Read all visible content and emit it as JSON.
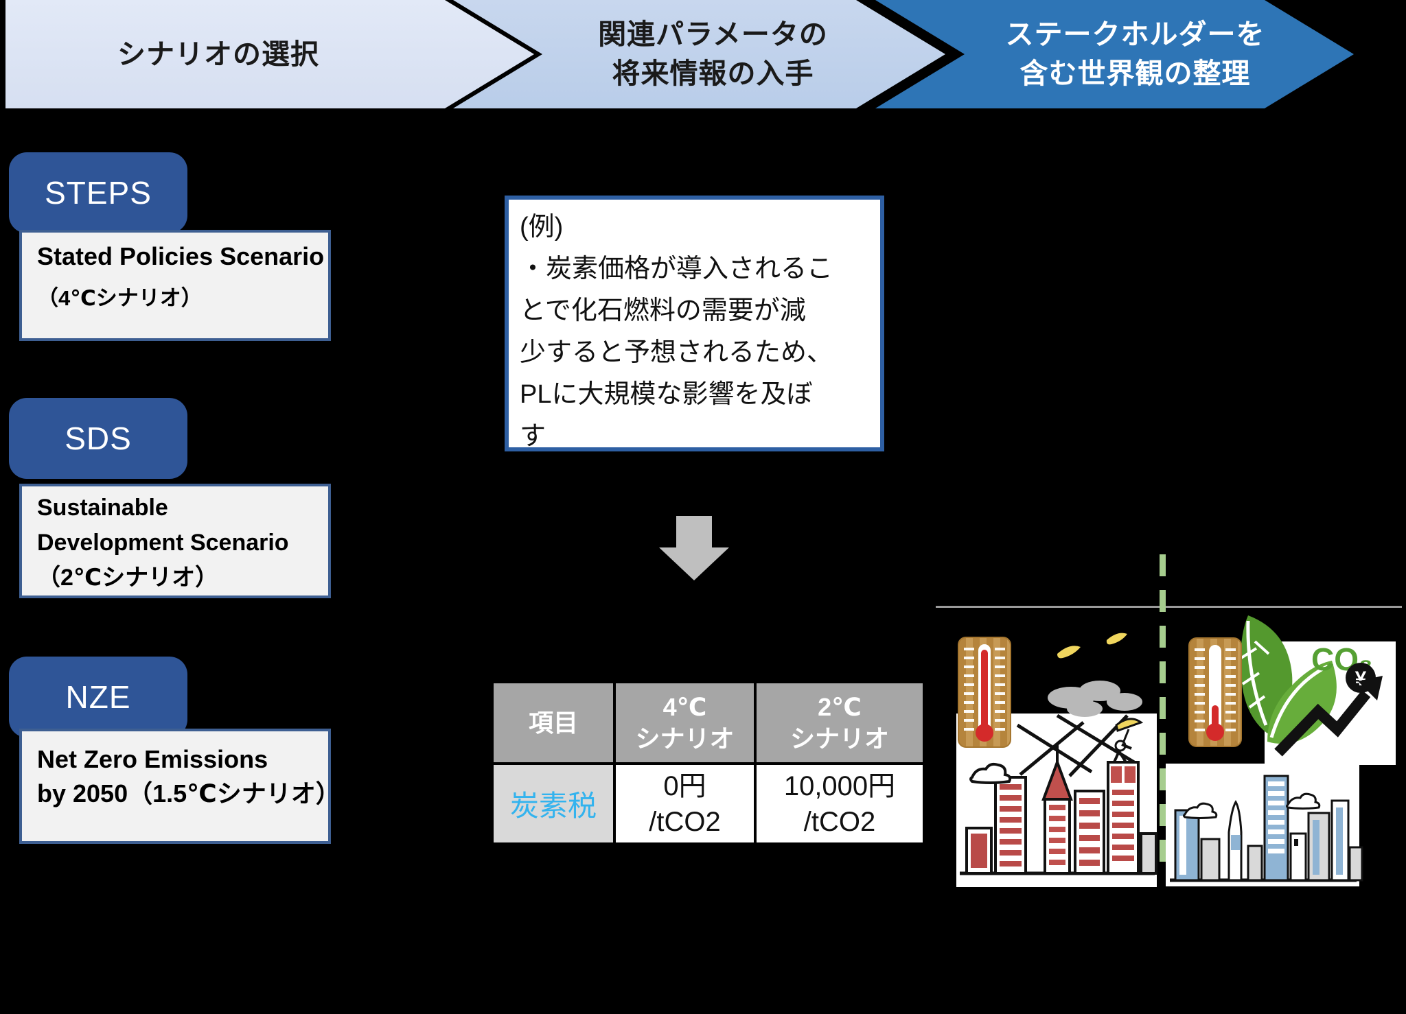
{
  "process_steps": [
    {
      "label": "シナリオの選択"
    },
    {
      "label": "関連パラメータの\n将来情報の入手"
    },
    {
      "label": "ステークホルダーを\n含む世界観の整理"
    }
  ],
  "scenarios": [
    {
      "badge": "STEPS",
      "line1": "Stated Policies Scenario",
      "line2": "（4℃シナリオ）"
    },
    {
      "badge": "SDS",
      "line1": "Sustainable",
      "line2": "Development Scenario",
      "line3": "（2℃シナリオ）"
    },
    {
      "badge": "NZE",
      "line1": "Net Zero Emissions",
      "line2": "by 2050（1.5℃シナリオ）"
    }
  ],
  "example_note": {
    "text": "(例)\n・炭素価格が導入されるこ\nとで化石燃料の需要が減\n少すると予想されるため、\nPLに大規模な影響を及ぼ\nす"
  },
  "table": {
    "headers": [
      "項目",
      "4℃\nシナリオ",
      "2℃\nシナリオ"
    ],
    "row": {
      "label": "炭素税",
      "scenario_4c_value": "0円\n/tCO2",
      "scenario_2c_value": "10,000円\n/tCO2"
    }
  },
  "illustration": {
    "co2_label": "CO₂",
    "yen_label": "¥"
  },
  "colors": {
    "chevron1_bg": "#dce4f3",
    "chevron2_bg": "#bfd2ec",
    "chevron3_bg": "#2e75b6",
    "badge_bg": "#2f5597",
    "scenario_box_border": "#3e5f92",
    "note_border": "#2e5fa3",
    "table_header_bg": "#a6a6a6",
    "carbon_tax_text": "#33b3ee",
    "dashed_divider": "#a6cd8e",
    "mercury_red": "#d42a2a",
    "leaf_green": "#55a033"
  }
}
